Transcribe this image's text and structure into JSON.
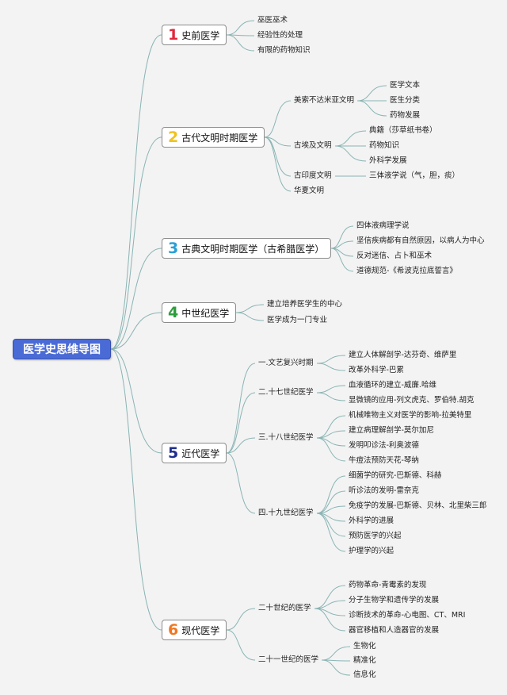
{
  "root": {
    "label": "医学史思维导图"
  },
  "colors": {
    "root_fill": "#4a6bd6",
    "line": "#8ab4b4"
  },
  "branches": [
    {
      "num": "1",
      "color": "#e0283c",
      "label": "史前医学",
      "leaves": [
        "巫医巫术",
        "经验性的处理",
        "有限的药物知识"
      ]
    },
    {
      "num": "2",
      "color": "#f2c21b",
      "label": "古代文明时期医学",
      "subs": [
        {
          "label": "美索不达米亚文明",
          "leaves": [
            "医学文本",
            "医生分类",
            "药物发展"
          ]
        },
        {
          "label": "古埃及文明",
          "leaves": [
            "典籍（莎草纸书卷）",
            "药物知识",
            "外科学发展"
          ]
        },
        {
          "label": "古印度文明",
          "leaves": [
            "三体液学说（气，胆，痰）"
          ]
        },
        {
          "label": "华夏文明",
          "leaves": []
        }
      ]
    },
    {
      "num": "3",
      "color": "#2a9fd6",
      "label": "古典文明时期医学（古希腊医学）",
      "leaves": [
        "四体液病理学说",
        "坚信疾病都有自然原因，以病人为中心",
        "反对迷信、占卜和巫术",
        "道德规范-《希波克拉底誓言》"
      ]
    },
    {
      "num": "4",
      "color": "#2e9e3e",
      "label": "中世纪医学",
      "leaves": [
        "建立培养医学生的中心",
        "医学成为一门专业"
      ]
    },
    {
      "num": "5",
      "color": "#1f2f8f",
      "label": "近代医学",
      "subs": [
        {
          "label": "一.文艺复兴时期",
          "leaves": [
            "建立人体解剖学-达芬奇、维萨里",
            "改革外科学-巴累"
          ]
        },
        {
          "label": "二.十七世纪医学",
          "leaves": [
            "血液循环的建立-威廉.哈维",
            "显微镜的应用-列文虎克、罗伯特.胡克"
          ]
        },
        {
          "label": "三.十八世纪医学",
          "leaves": [
            "机械唯物主义对医学的影响-拉美特里",
            "建立病理解剖学-莫尔加尼",
            "发明叩诊法-利奥波德",
            "牛痘法预防天花-琴纳"
          ]
        },
        {
          "label": "四.十九世纪医学",
          "leaves": [
            "细菌学的研究-巴斯德、科赫",
            "听诊法的发明-雷奈克",
            "免疫学的发展-巴斯德、贝林、北里柴三郎",
            "外科学的进展",
            "预防医学的兴起",
            "护理学的兴起"
          ]
        }
      ]
    },
    {
      "num": "6",
      "color": "#f07820",
      "label": "现代医学",
      "subs": [
        {
          "label": "二十世纪的医学",
          "leaves": [
            "药物革命-青霉素的发现",
            "分子生物学和遗传学的发展",
            "诊断技术的革命-心电图、CT、MRI",
            "器官移植和人造器官的发展"
          ]
        },
        {
          "label": "二十一世纪的医学",
          "leaves": [
            "生物化",
            "精准化",
            "信息化"
          ]
        }
      ]
    }
  ]
}
